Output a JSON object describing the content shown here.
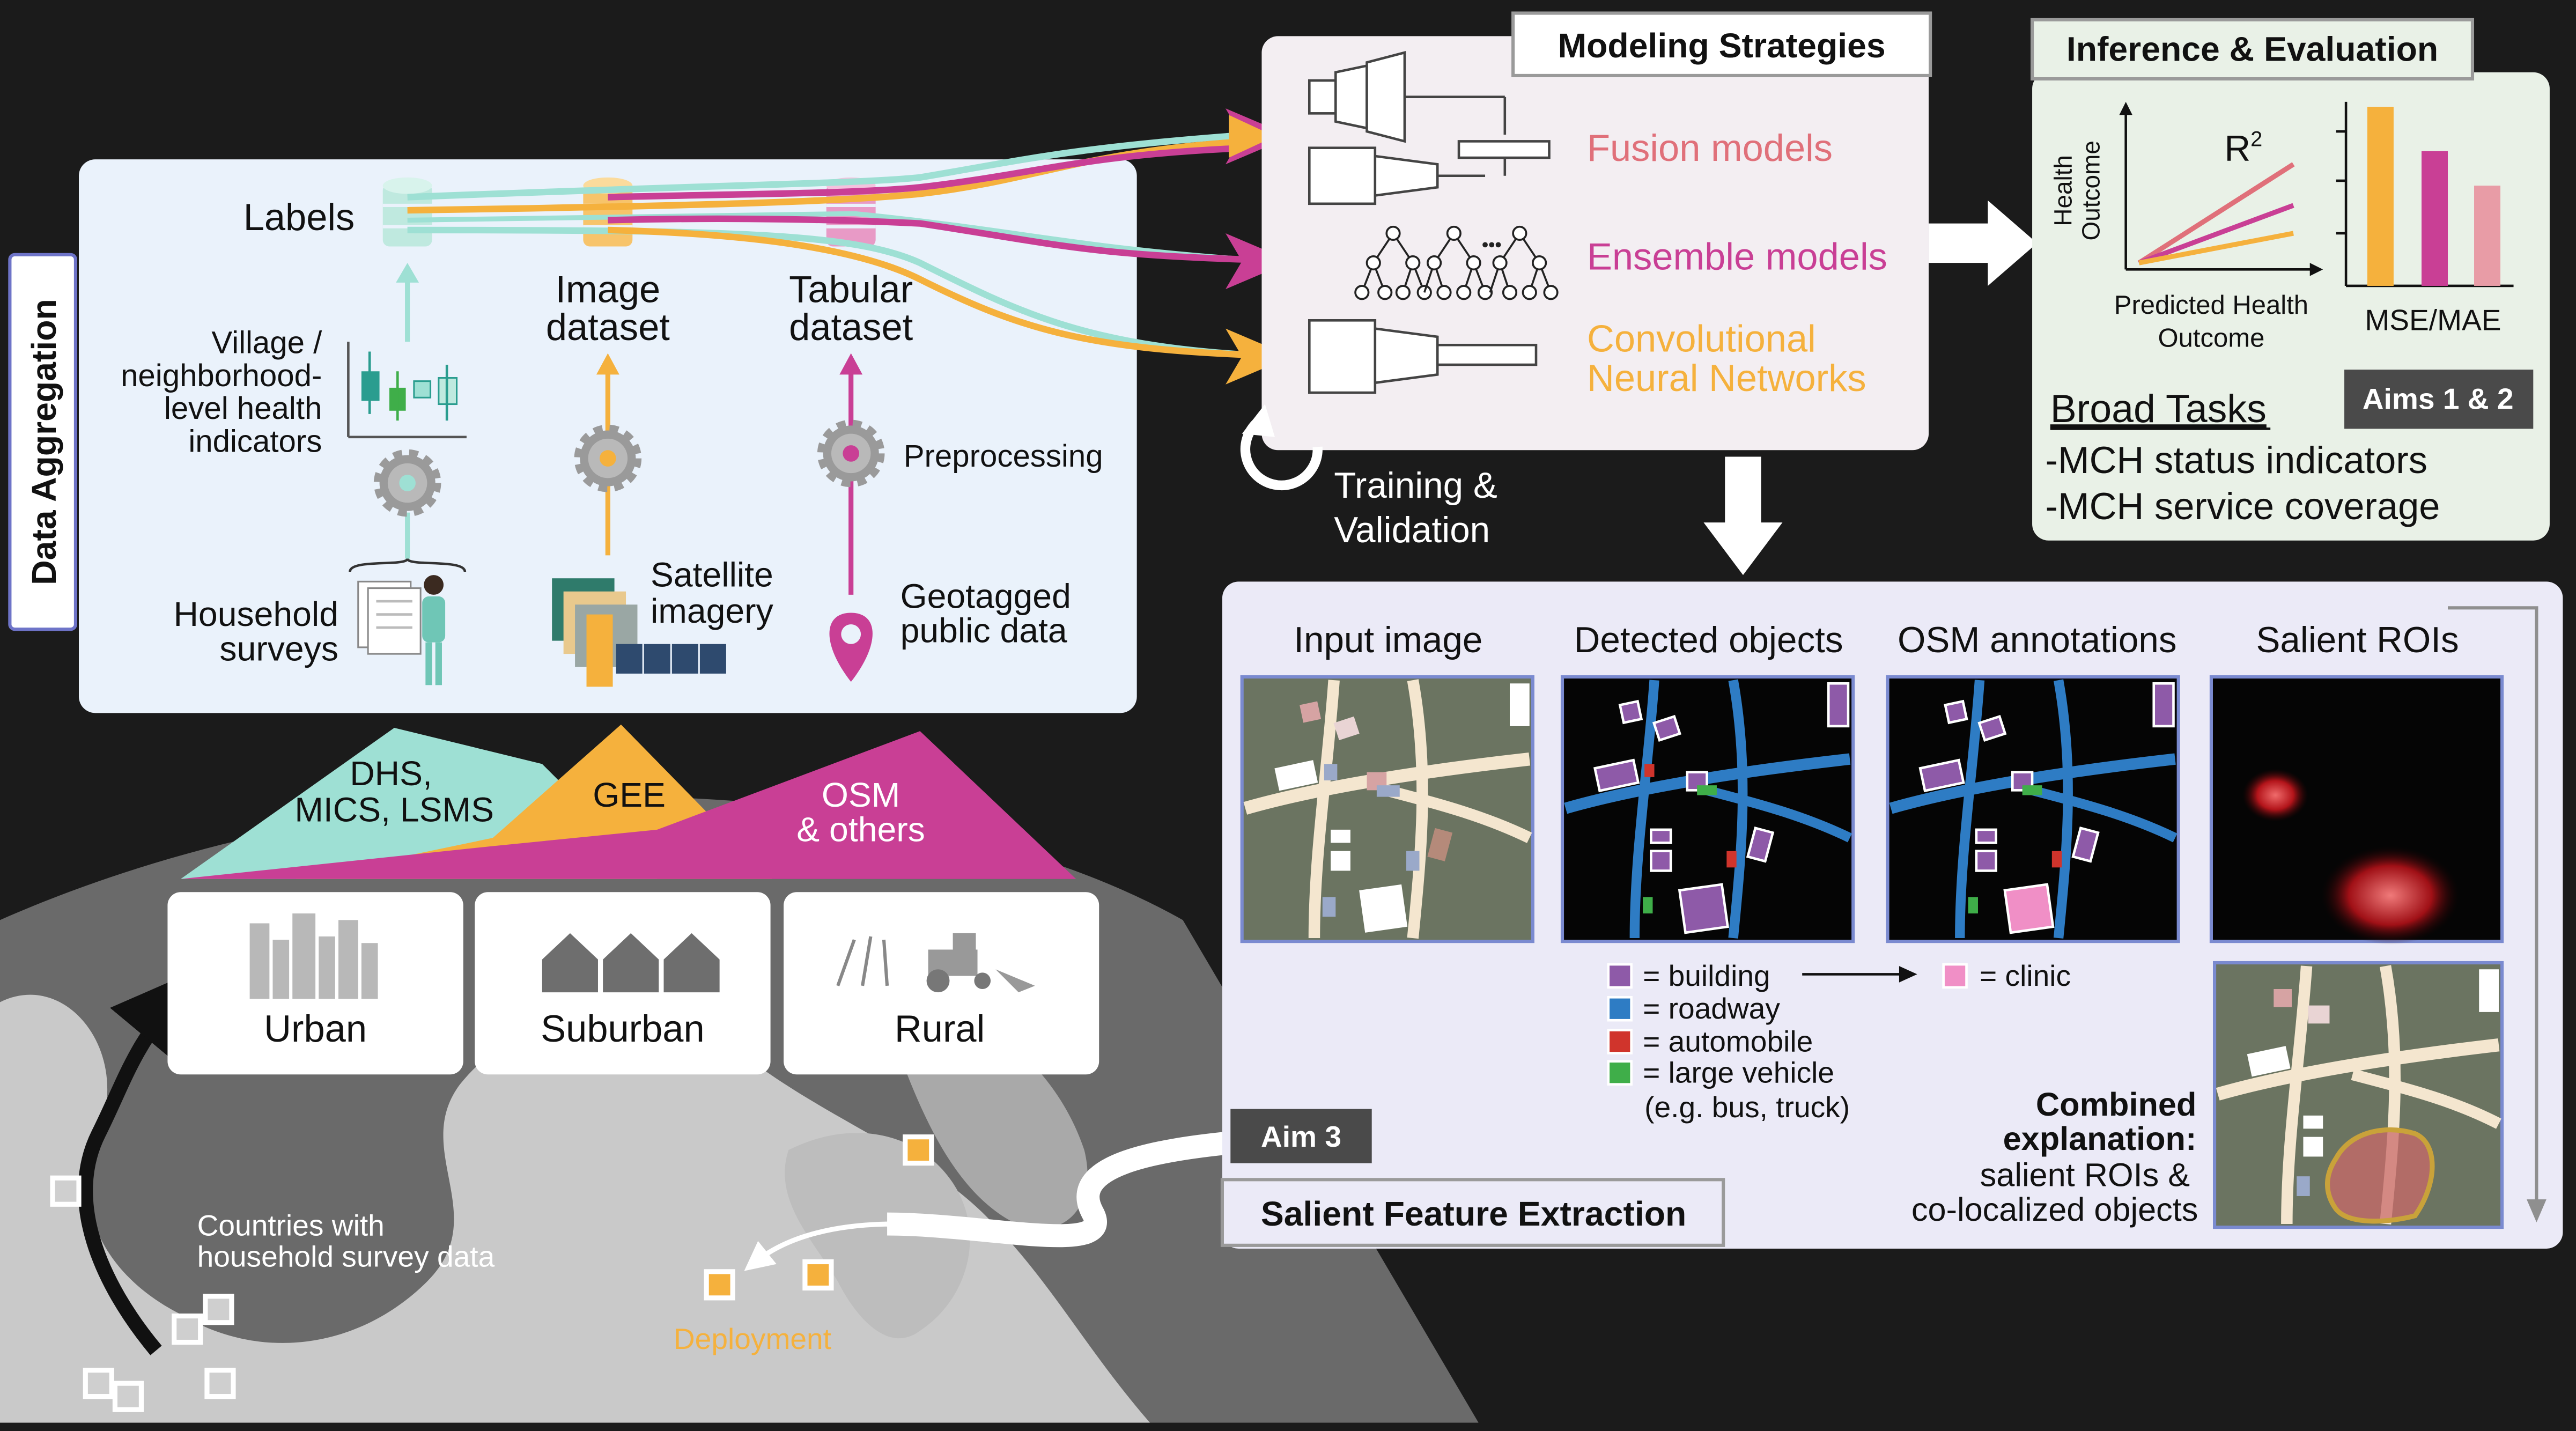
{
  "data_aggregation": {
    "side_title": "Data Aggregation",
    "labels": "Labels",
    "image_dataset": [
      "Image",
      "dataset"
    ],
    "tabular_dataset": [
      "Tabular",
      "dataset"
    ],
    "health_indicators": [
      "Village /",
      "neighborhood-",
      "level health",
      "indicators"
    ],
    "preprocessing": "Preprocessing",
    "household_surveys": [
      "Household",
      "surveys"
    ],
    "satellite_imagery": [
      "Satellite",
      "imagery"
    ],
    "geotagged_data": [
      "Geotagged",
      "public data"
    ]
  },
  "sources": {
    "dhs": [
      "DHS,",
      "MICS, LSMS"
    ],
    "gee": "GEE",
    "osm": [
      "OSM",
      "& others"
    ]
  },
  "settings": {
    "urban": "Urban",
    "suburban": "Suburban",
    "rural": "Rural"
  },
  "globe": {
    "countries_label": [
      "Countries with",
      "household survey data"
    ],
    "deployment": "Deployment"
  },
  "modeling": {
    "title": "Modeling Strategies",
    "fusion": "Fusion models",
    "ensemble": "Ensemble models",
    "cnn": [
      "Convolutional",
      "Neural Networks"
    ],
    "training": [
      "Training &",
      "Validation"
    ]
  },
  "inference": {
    "title": "Inference & Evaluation",
    "y_axis": [
      "Health",
      "Outcome"
    ],
    "x_axis": [
      "Predicted Health",
      "Outcome"
    ],
    "r2": "R",
    "r2_sup": "2",
    "mse": "MSE/MAE",
    "aims": "Aims 1 & 2",
    "broad_tasks": "Broad Tasks",
    "task1": "-MCH status indicators",
    "task2": "-MCH service coverage"
  },
  "salient": {
    "col_input": "Input image",
    "col_detected": "Detected objects",
    "col_osm": "OSM annotations",
    "col_rois": "Salient ROIs",
    "legend_building": "= building",
    "legend_roadway": "= roadway",
    "legend_automobile": "= automobile",
    "legend_large_vehicle": "= large vehicle",
    "legend_large_vehicle_eg": "(e.g. bus, truck)",
    "legend_clinic": "= clinic",
    "combined_bold": [
      "Combined",
      "explanation:"
    ],
    "combined_text": [
      "salient ROIs &",
      "co-localized objects"
    ],
    "aim3": "Aim 3",
    "title": "Salient Feature Extraction"
  },
  "colors": {
    "teal": "#9ee0d4",
    "orange": "#f5b13d",
    "magenta": "#c93f95",
    "pink_text": "#e0707a",
    "building": "#8e5aa8",
    "roadway": "#2e7cc4",
    "automobile": "#d0342c",
    "large_vehicle": "#3fae49",
    "clinic": "#f08fc6"
  }
}
